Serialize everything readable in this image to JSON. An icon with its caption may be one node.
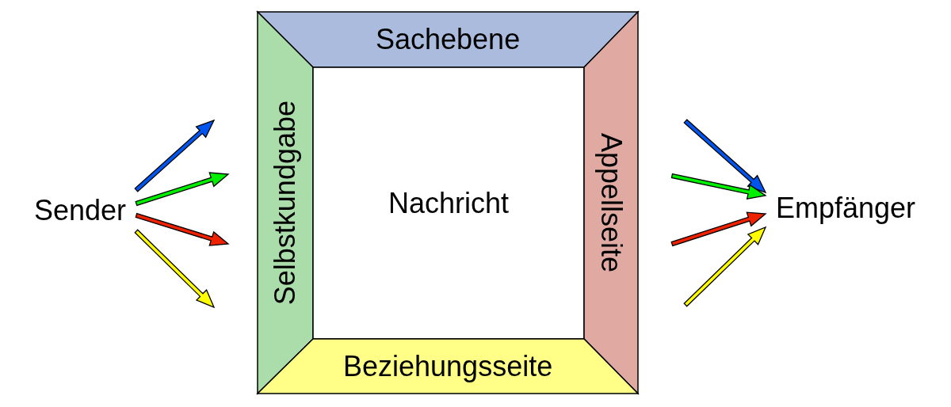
{
  "diagram": {
    "nodes": [
      {
        "text": [
          "Sender"
        ]
      },
      {
        "text": [
          "Sachebene"
        ]
      },
      {
        "text": [
          "Selbstkundgabe"
        ]
      },
      {
        "text": [
          "Nachricht"
        ]
      },
      {
        "text": [
          "Appellseite"
        ]
      },
      {
        "text": [
          "Beziehungsseite"
        ]
      },
      {
        "text": [
          "Empfänger"
        ]
      }
    ],
    "edges": [
      {
        "from": 0,
        "to": null,
        "arrow": "to",
        "color": "#0055ee"
      },
      {
        "from": 0,
        "to": null,
        "arrow": "to",
        "color": "#00ee00"
      },
      {
        "from": 0,
        "to": null,
        "arrow": "to",
        "color": "#ee2200"
      },
      {
        "from": 0,
        "to": null,
        "arrow": "to",
        "color": "#ffff00"
      },
      {
        "from": null,
        "to": 6,
        "arrow": "to",
        "color": "#0055ee"
      },
      {
        "from": null,
        "to": 6,
        "arrow": "to",
        "color": "#00ee00"
      },
      {
        "from": null,
        "to": 6,
        "arrow": "to",
        "color": "#ee2200"
      },
      {
        "from": null,
        "to": 6,
        "arrow": "to",
        "color": "#ffff00"
      }
    ]
  }
}
